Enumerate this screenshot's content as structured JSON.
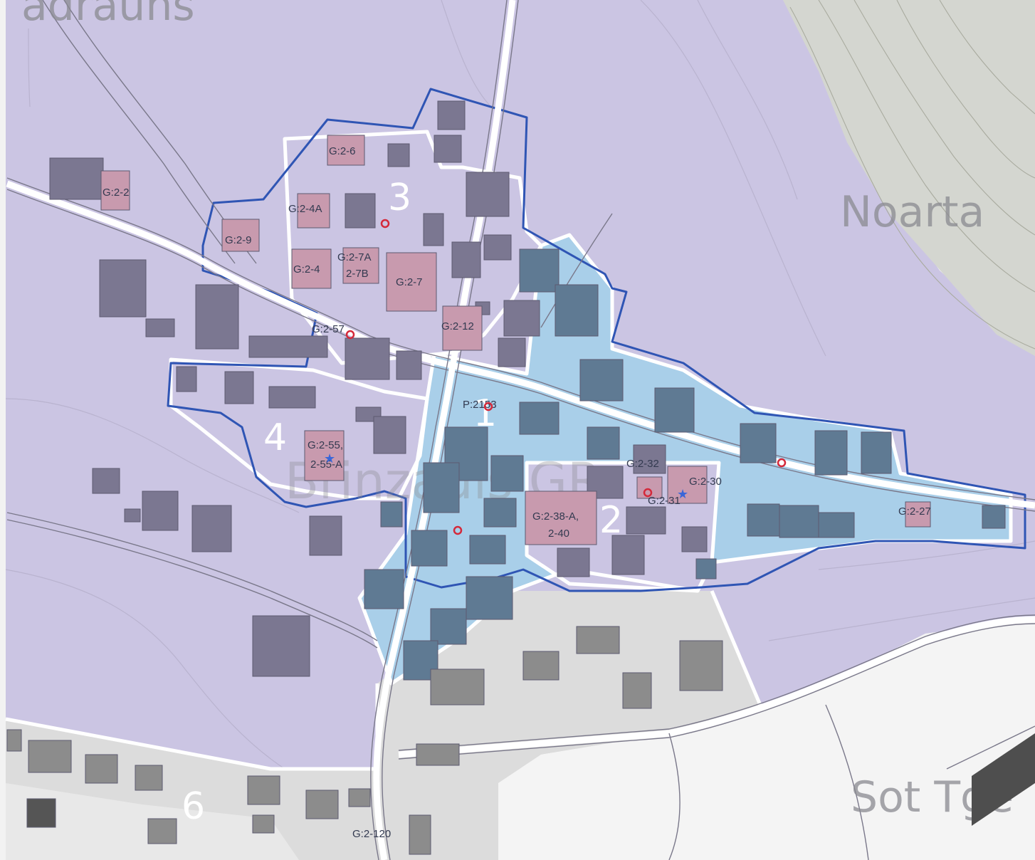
{
  "places": {
    "top_left": "adrauns",
    "right": "Noarta",
    "bottom_right": "Sot Tge",
    "watermark": "Brinzauls GR"
  },
  "zones": [
    "1",
    "2",
    "3",
    "4",
    "6"
  ],
  "parcel_labels": {
    "g_2_2": "G:2-2",
    "g_2_6": "G:2-6",
    "g_2_4a": "G:2-4A",
    "g_2_9": "G:2-9",
    "g_2_4": "G:2-4",
    "g_2_7a": "G:2-7A",
    "g_2_7b": "2-7B",
    "g_2_7": "G:2-7",
    "g_2_57": "G:2-57",
    "g_2_12": "G:2-12",
    "p_2153": "P:2153",
    "g_2_55": "G:2-55,",
    "g_2_55a": "2-55-A",
    "g_2_32": "G:2-32",
    "g_2_30": "G:2-30",
    "g_2_31": "G:2-31",
    "g_2_38a": "G:2-38-A,",
    "g_2_40": "2-40",
    "g_2_27": "G:2-27",
    "g_2_120": "G:2-120"
  },
  "colors": {
    "zone_purple": "#cbc5e3",
    "zone_blue": "#a9cfe9",
    "forest_gray": "#d4d6d0",
    "gray_zone": "#dcdcdc",
    "building_dark": "#7b7791",
    "building_blue": "#5f7a93",
    "building_gray": "#8c8c8c",
    "building_pink": "#c89aae",
    "boundary_blue": "#2f55b4",
    "marker_red": "#d4293a",
    "marker_blue": "#3a66d8"
  },
  "icons": [
    "red-circle-marker-icon",
    "blue-star-marker-icon"
  ]
}
